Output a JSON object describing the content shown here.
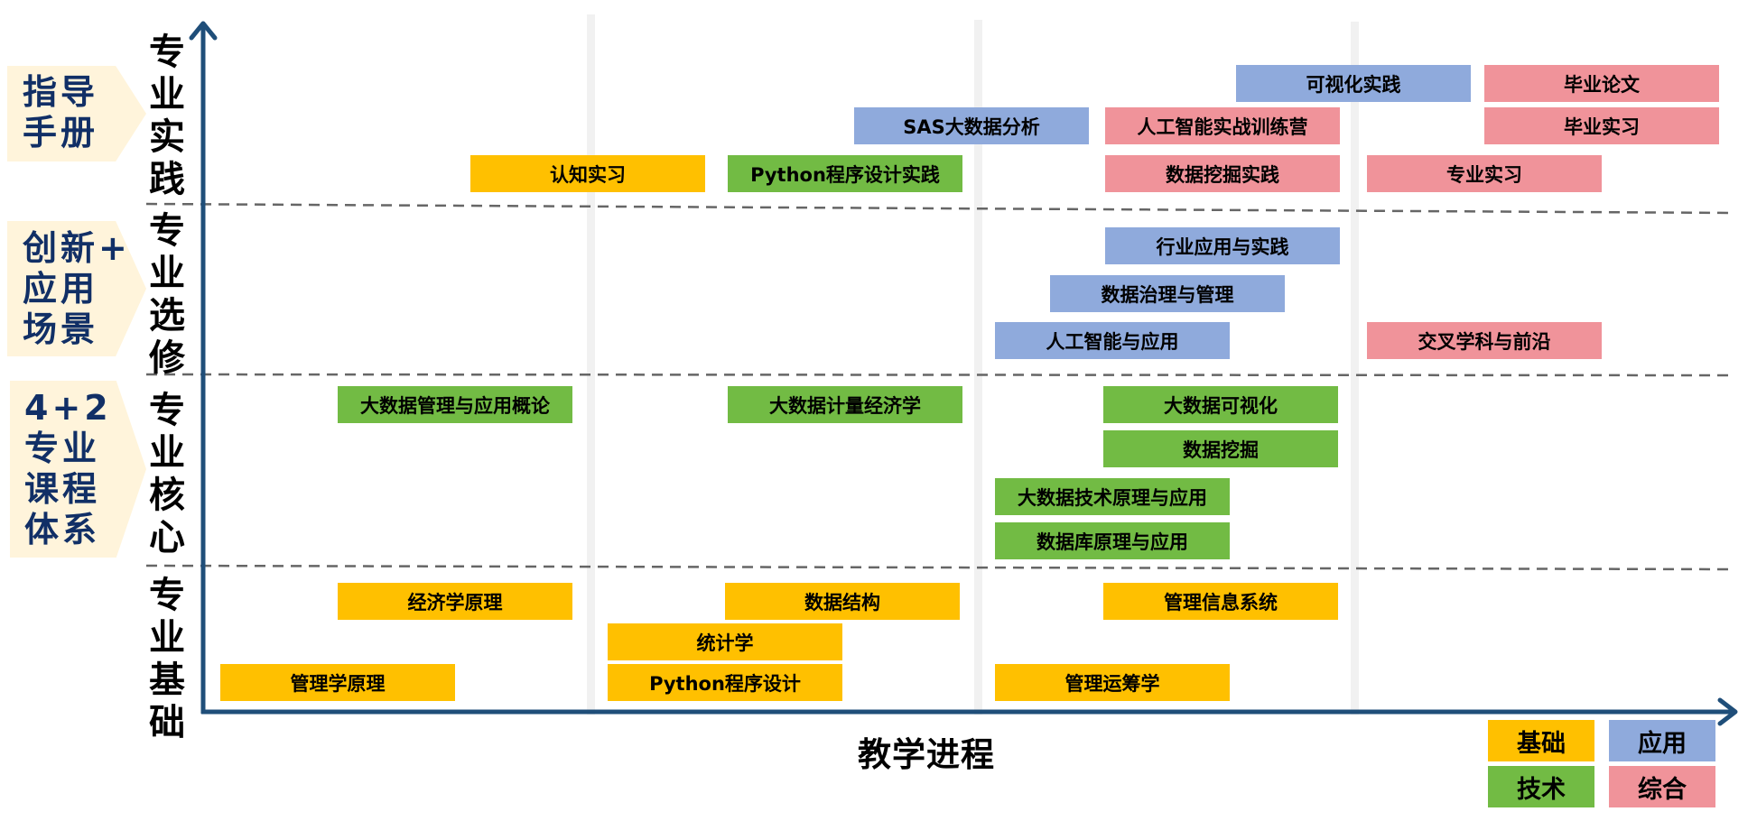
{
  "colors": {
    "foundation": "#FFC000",
    "technology": "#72BB44",
    "application": "#8FAADC",
    "comprehensive": "#F0939A",
    "axis": "#1F4E79",
    "pentagon_fill": "#FFF4DB",
    "pentagon_text": "#112F66"
  },
  "side_notes": [
    {
      "text": "指导\n手册"
    },
    {
      "text": "创新+\n应用\n场景"
    },
    {
      "text": "4+2\n专业\n课程\n体系"
    }
  ],
  "sections": [
    {
      "label": "专业实践"
    },
    {
      "label": "专业选修"
    },
    {
      "label": "专业核心"
    },
    {
      "label": "专业基础"
    }
  ],
  "x_axis_label": "教学进程",
  "courses": [
    {
      "name": "可视化实践",
      "category": "application",
      "section": "专业实践"
    },
    {
      "name": "毕业论文",
      "category": "comprehensive",
      "section": "专业实践"
    },
    {
      "name": "SAS大数据分析",
      "category": "application",
      "section": "专业实践"
    },
    {
      "name": "人工智能实战训练营",
      "category": "comprehensive",
      "section": "专业实践"
    },
    {
      "name": "毕业实习",
      "category": "comprehensive",
      "section": "专业实践"
    },
    {
      "name": "认知实习",
      "category": "foundation",
      "section": "专业实践"
    },
    {
      "name": "Python程序设计实践",
      "category": "technology",
      "section": "专业实践"
    },
    {
      "name": "数据挖掘实践",
      "category": "comprehensive",
      "section": "专业实践"
    },
    {
      "name": "专业实习",
      "category": "comprehensive",
      "section": "专业实践"
    },
    {
      "name": "行业应用与实践",
      "category": "application",
      "section": "专业选修"
    },
    {
      "name": "数据治理与管理",
      "category": "application",
      "section": "专业选修"
    },
    {
      "name": "人工智能与应用",
      "category": "application",
      "section": "专业选修"
    },
    {
      "name": "交叉学科与前沿",
      "category": "comprehensive",
      "section": "专业选修"
    },
    {
      "name": "大数据管理与应用概论",
      "category": "technology",
      "section": "专业核心"
    },
    {
      "name": "大数据计量经济学",
      "category": "technology",
      "section": "专业核心"
    },
    {
      "name": "大数据可视化",
      "category": "technology",
      "section": "专业核心"
    },
    {
      "name": "数据挖掘",
      "category": "technology",
      "section": "专业核心"
    },
    {
      "name": "大数据技术原理与应用",
      "category": "technology",
      "section": "专业核心"
    },
    {
      "name": "数据库原理与应用",
      "category": "technology",
      "section": "专业核心"
    },
    {
      "name": "经济学原理",
      "category": "foundation",
      "section": "专业基础"
    },
    {
      "name": "数据结构",
      "category": "foundation",
      "section": "专业基础"
    },
    {
      "name": "管理信息系统",
      "category": "foundation",
      "section": "专业基础"
    },
    {
      "name": "统计学",
      "category": "foundation",
      "section": "专业基础"
    },
    {
      "name": "管理学原理",
      "category": "foundation",
      "section": "专业基础"
    },
    {
      "name": "Python程序设计",
      "category": "foundation",
      "section": "专业基础"
    },
    {
      "name": "管理运筹学",
      "category": "foundation",
      "section": "专业基础"
    }
  ],
  "legend": [
    {
      "label": "基础",
      "category": "foundation"
    },
    {
      "label": "应用",
      "category": "application"
    },
    {
      "label": "技术",
      "category": "technology"
    },
    {
      "label": "综合",
      "category": "comprehensive"
    }
  ]
}
